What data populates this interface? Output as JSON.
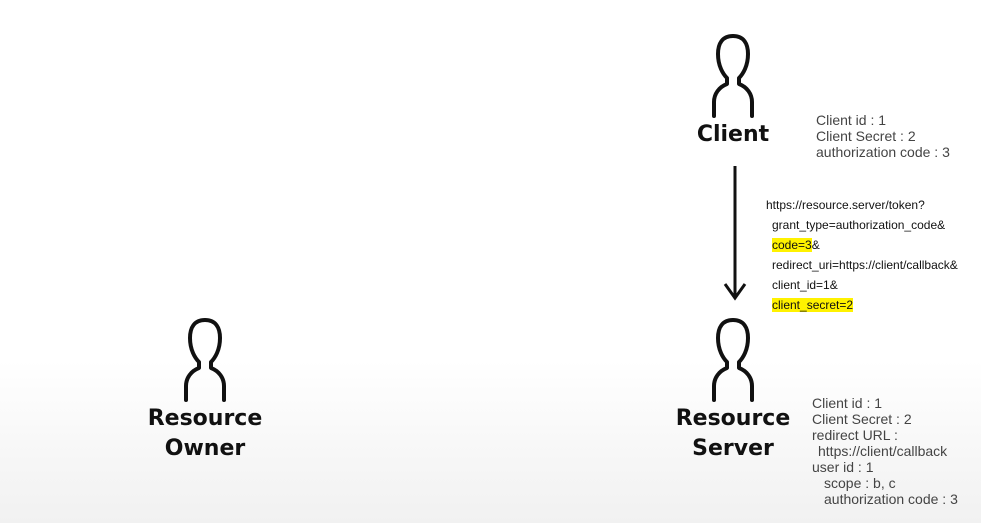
{
  "actors": {
    "client": {
      "label": "Client"
    },
    "resource_owner": {
      "label": "Resource\nOwner"
    },
    "resource_server": {
      "label": "Resource\nServer"
    }
  },
  "client_info": {
    "line1": "Client id : 1",
    "line2": "Client Secret : 2",
    "line3": "authorization code : 3"
  },
  "request": {
    "url": "https://resource.server/token?",
    "grant_type": "grant_type=authorization_code&",
    "code_highlight": "code=3",
    "code_suffix": "&",
    "redirect_uri": "redirect_uri=https://client/callback&",
    "client_id": "client_id=1&",
    "client_secret": "client_secret=2"
  },
  "server_info": {
    "line1": "Client id : 1",
    "line2": "Client Secret : 2",
    "line3": "redirect URL :",
    "line4": "https://client/callback",
    "line5": "user id : 1",
    "line6": "scope : b, c",
    "line7": "authorization code : 3"
  },
  "colors": {
    "highlight": "#fff200",
    "text": "#111111",
    "info_text": "#444444"
  }
}
